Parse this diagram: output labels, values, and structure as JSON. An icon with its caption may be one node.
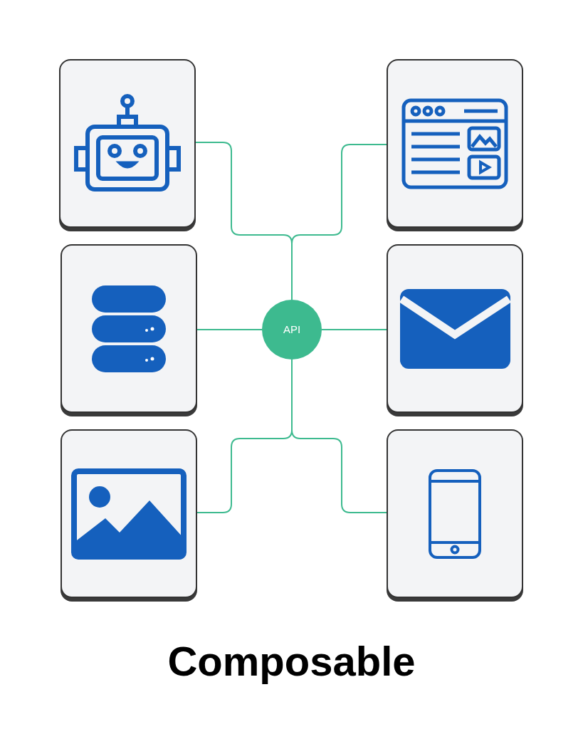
{
  "diagram": {
    "caption": "Composable",
    "nodes": [
      {
        "text": [],
        "shape": "box"
      },
      {
        "text": [],
        "shape": "box"
      },
      {
        "text": [],
        "shape": "box"
      },
      {
        "text": [
          "API"
        ]
      },
      {
        "text": [],
        "shape": "box"
      },
      {
        "text": [],
        "shape": "box"
      },
      {
        "text": [],
        "shape": "box"
      }
    ],
    "edges": [
      {
        "from": 3,
        "to": 0,
        "arrow": "none"
      },
      {
        "from": 3,
        "to": 1,
        "arrow": "none"
      },
      {
        "from": 3,
        "to": 2,
        "arrow": "none"
      },
      {
        "from": 3,
        "to": 4,
        "arrow": "none"
      },
      {
        "from": 3,
        "to": 5,
        "arrow": "none"
      },
      {
        "from": 3,
        "to": 6,
        "arrow": "none"
      }
    ]
  }
}
